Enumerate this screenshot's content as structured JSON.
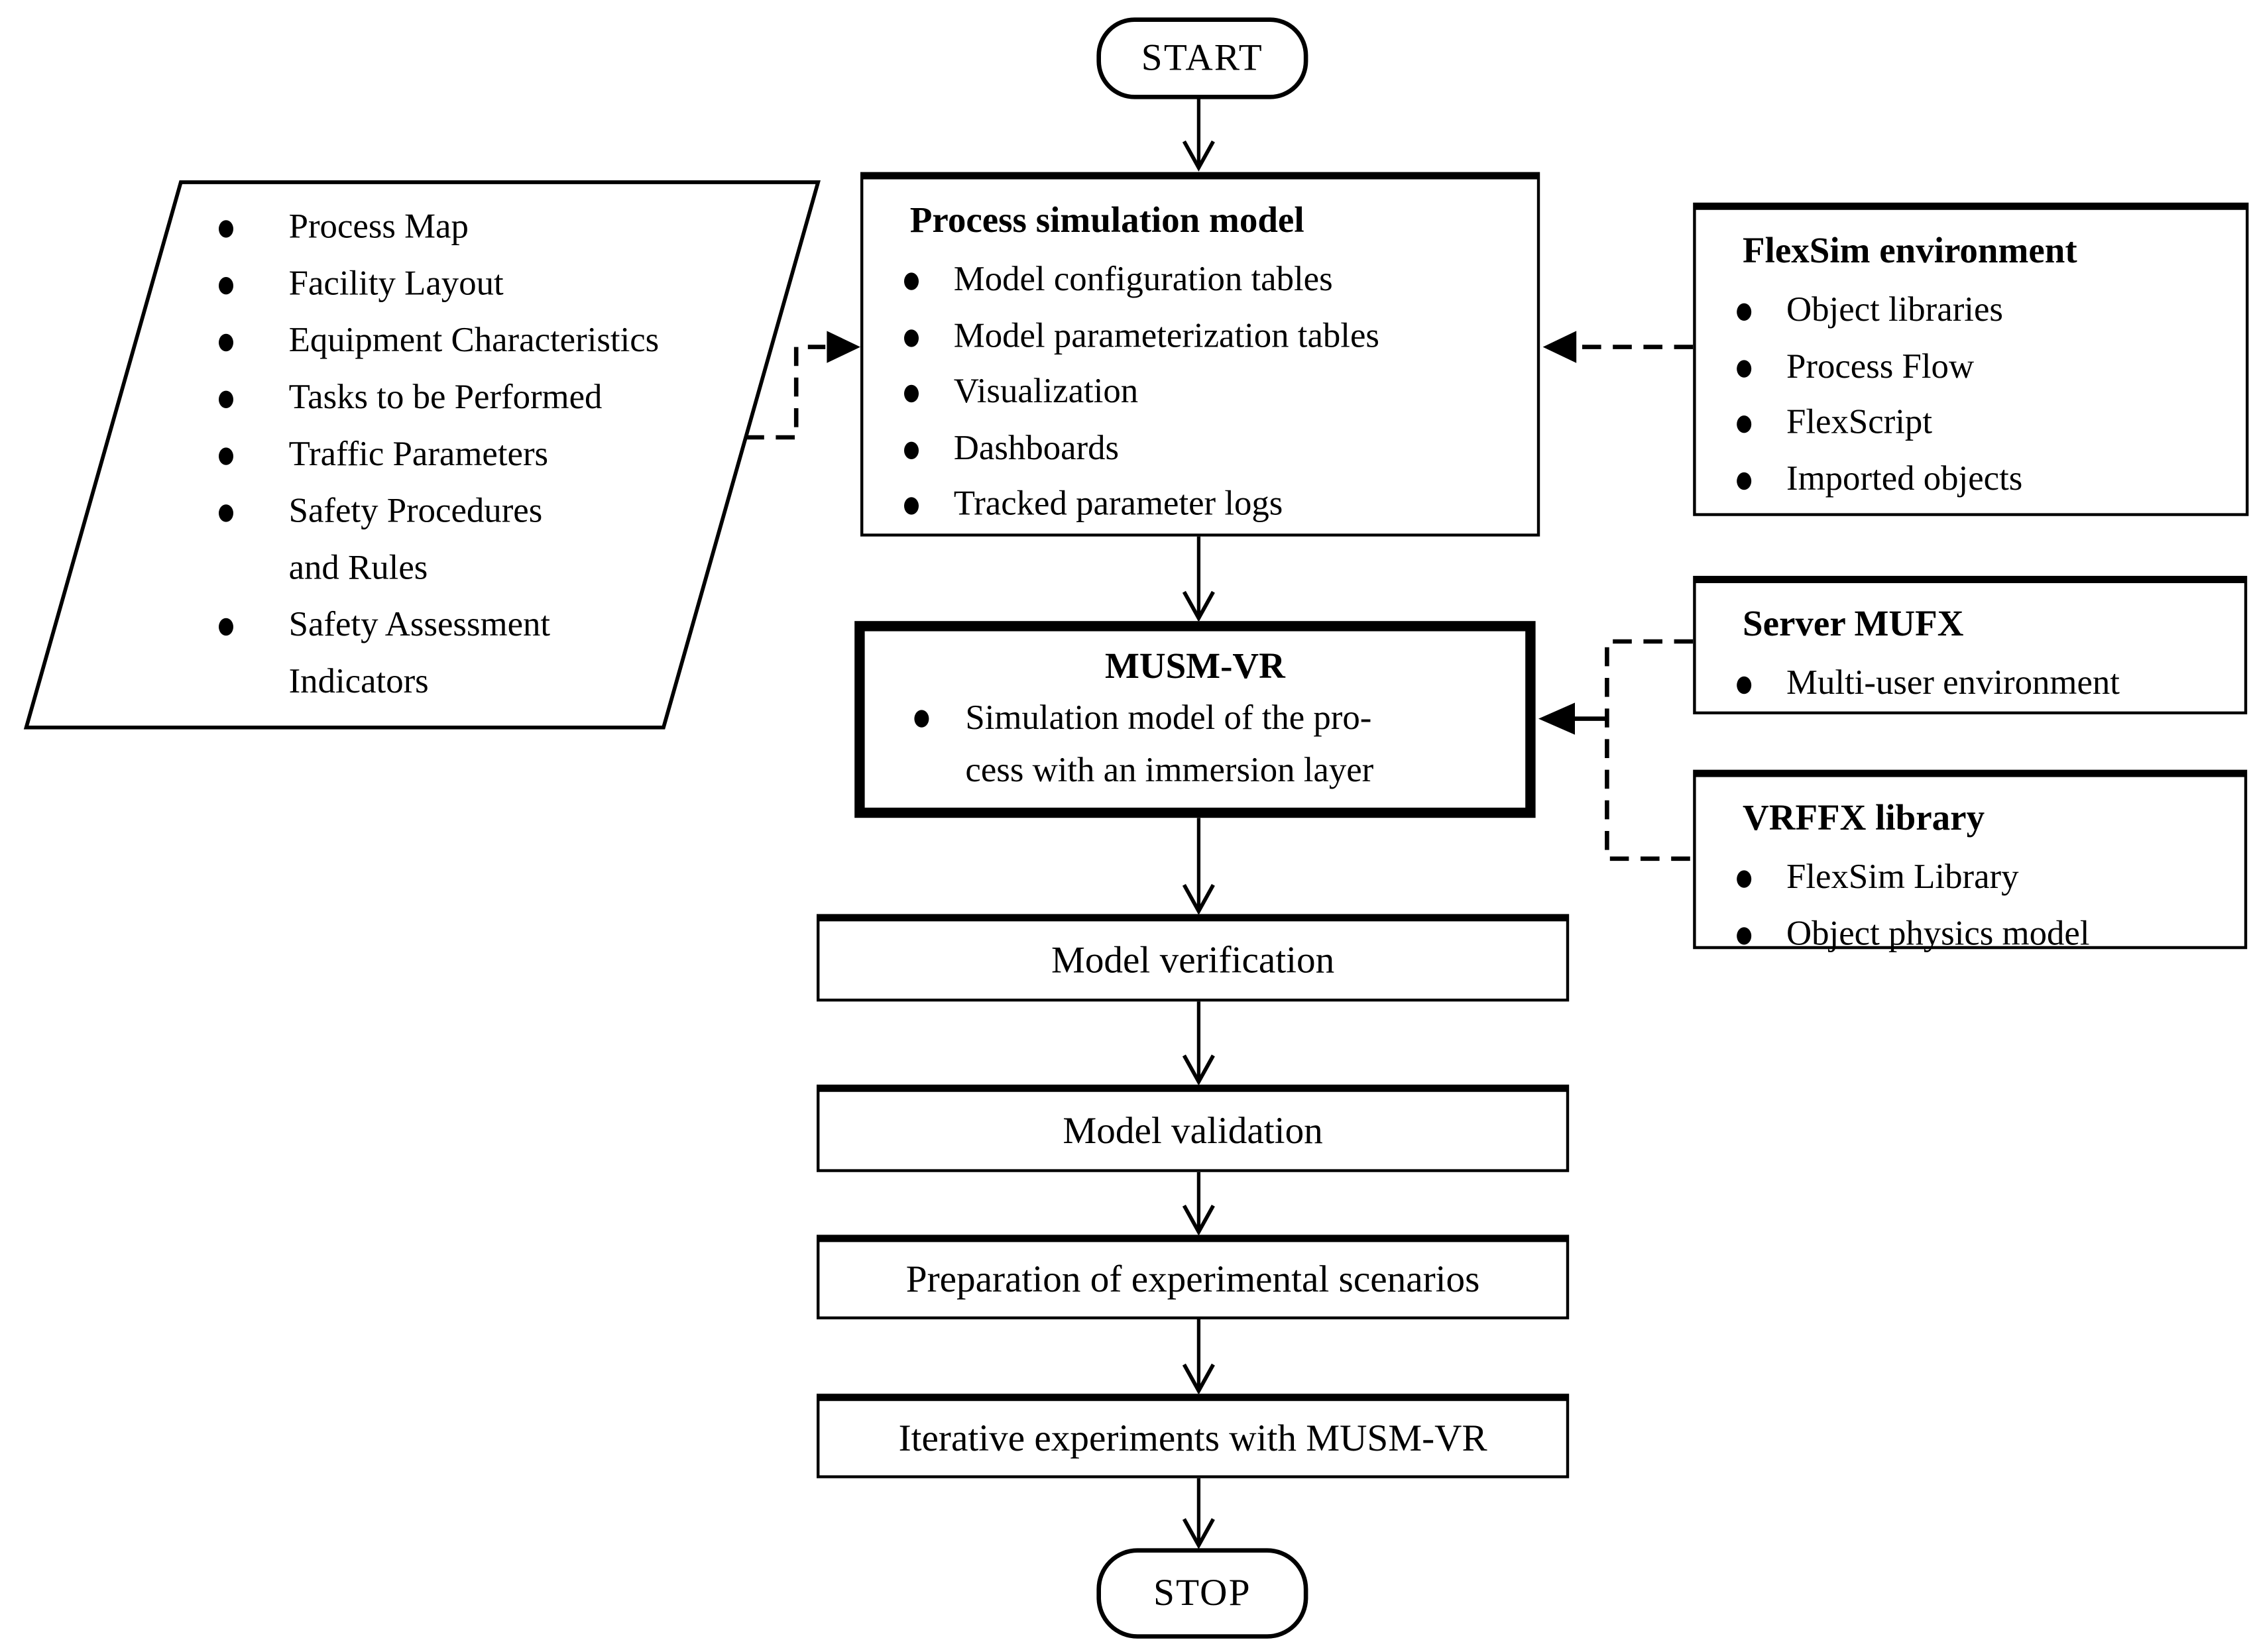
{
  "flowchart": {
    "start": {
      "label": "START"
    },
    "stop": {
      "label": "STOP"
    },
    "inputs": {
      "items": [
        "Process Map",
        "Facility Layout",
        "Equipment Characteristics",
        "Tasks to be Performed",
        "Traffic Parameters",
        [
          "Safety Procedures",
          "and Rules"
        ],
        [
          "Safety Assessment",
          "Indicators"
        ]
      ]
    },
    "process_simulation_model": {
      "title": "Process simulation model",
      "items": [
        "Model configuration tables",
        "Model parameterization tables",
        "Visualization",
        "Dashboards",
        "Tracked parameter logs"
      ]
    },
    "flexsim_environment": {
      "title": "FlexSim environment",
      "items": [
        "Object libraries",
        "Process Flow",
        "FlexScript",
        "Imported objects"
      ]
    },
    "musm_vr": {
      "title": "MUSM-VR",
      "items": [
        [
          "Simulation model of the pro-",
          "cess with an immersion layer"
        ]
      ]
    },
    "server_mufx": {
      "title": "Server MUFX",
      "items": [
        "Multi-user environment"
      ]
    },
    "vrffx_library": {
      "title": "VRFFX library",
      "items": [
        "FlexSim Library",
        "Object physics model"
      ]
    },
    "steps": [
      "Model verification",
      "Model validation",
      "Preparation of experimental scenarios",
      "Iterative experiments with MUSM-VR"
    ],
    "colors": {
      "ink": "#000000",
      "background": "#ffffff"
    }
  }
}
